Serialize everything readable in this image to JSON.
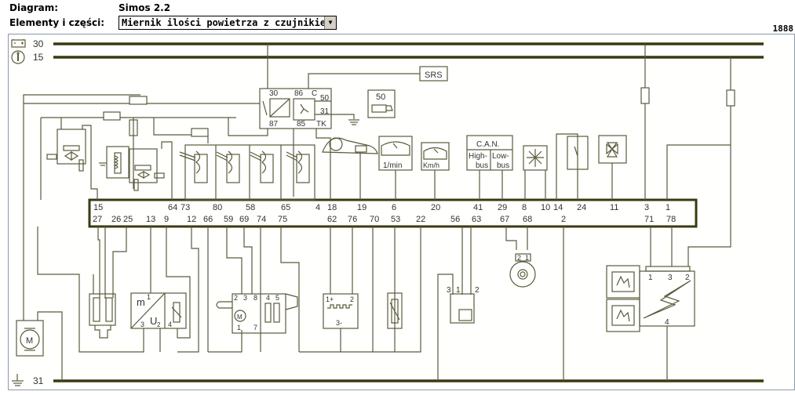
{
  "header": {
    "diagram_label": "Diagram:",
    "diagram_value": "Simos 2.2",
    "elements_label": "Elementy i części:",
    "elements_selected": "Miernik ilości powietrza z czujnikiem te",
    "diagram_number": "1888"
  },
  "colors": {
    "bus_line": "#3a3a10",
    "wire": "#5a5a3c",
    "panel_border": "#8a9aa8"
  },
  "rails": {
    "r30": "30",
    "r15": "15",
    "r31": "31",
    "battery_icon": "battery-icon",
    "ignition_icon": "ignition-key-icon",
    "ground_icon": "ground-icon"
  },
  "connector": {
    "top_pins": [
      "15",
      "64",
      "73",
      "80",
      "58",
      "65",
      "4",
      "18",
      "19",
      "6",
      "20",
      "41",
      "29",
      "8",
      "10",
      "14",
      "24",
      "11",
      "3",
      "1"
    ],
    "bottom_pins": [
      "27",
      "26",
      "25",
      "13",
      "9",
      "12",
      "66",
      "59",
      "69",
      "74",
      "75",
      "62",
      "76",
      "70",
      "53",
      "22",
      "56",
      "63",
      "67",
      "68",
      "2",
      "71",
      "78"
    ]
  },
  "components": {
    "relay": {
      "pins": [
        "30",
        "86",
        "C",
        "50",
        "31",
        "87",
        "85",
        "TK"
      ]
    },
    "srs": "SRS",
    "starter": "50",
    "tachometer": "1/min",
    "speedometer": "Km/h",
    "can": {
      "title": "C.A.N.",
      "high": "High-\nbus",
      "high_1": "High-",
      "high_2": "bus",
      "low_1": "Low-",
      "low_2": "bus"
    },
    "maf": {
      "m": "m",
      "u": "U",
      "sub": "2",
      "p1": "1",
      "p3": "3",
      "p4": "4"
    },
    "throttle": {
      "pins": [
        "2",
        "3",
        "8",
        "4",
        "5",
        "1",
        "7"
      ],
      "motor": "M"
    },
    "fan_motor": "M",
    "hall": {
      "p1": "1+",
      "p2": "2",
      "p3": "3-"
    },
    "knock": {
      "p3": "3",
      "p1": "1",
      "p2": "2",
      "plus": "+",
      "minus": "-"
    },
    "lambda": {
      "p2": "2",
      "p1": "1"
    },
    "ignition": {
      "p1": "1",
      "p3": "3",
      "p2": "2",
      "p4": "4"
    }
  }
}
